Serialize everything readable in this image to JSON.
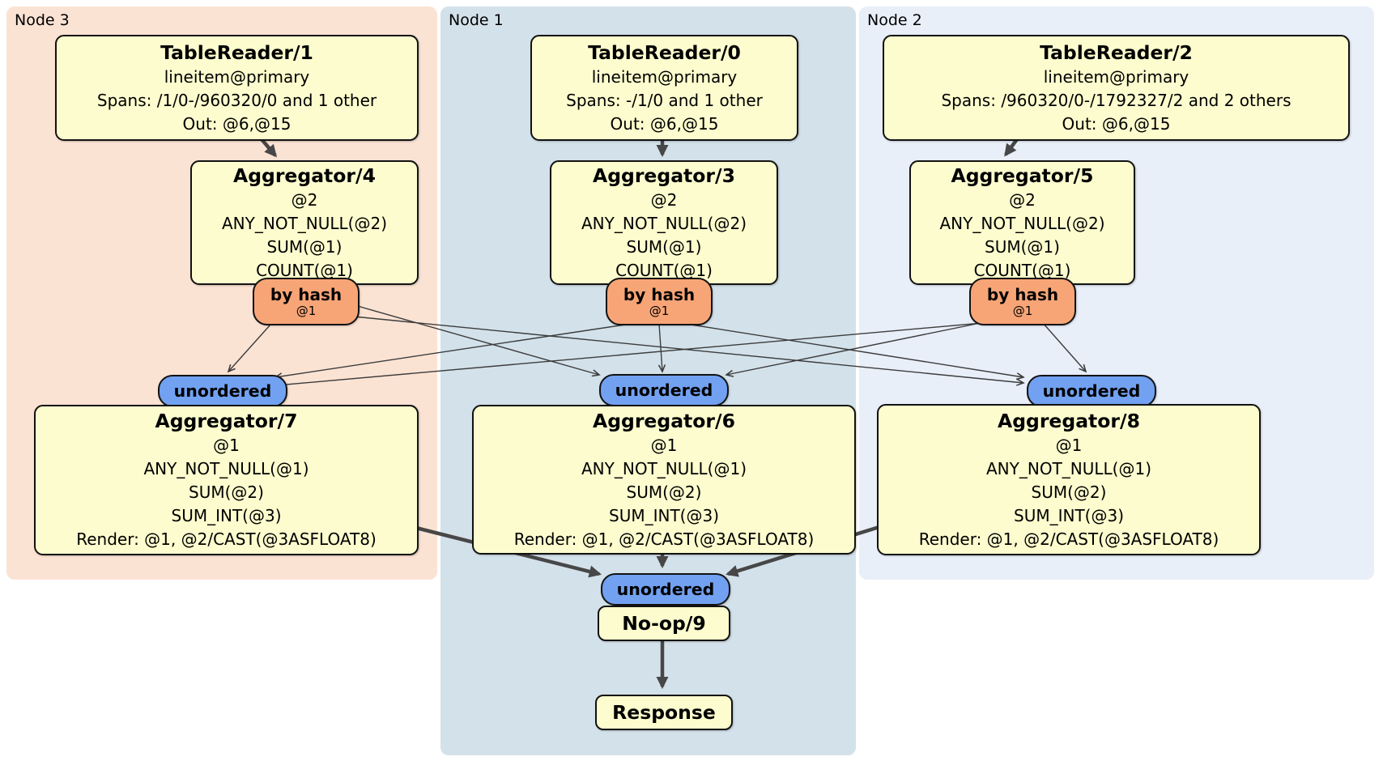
{
  "diagram": {
    "regions": [
      {
        "id": "node3",
        "label": "Node 3"
      },
      {
        "id": "node1",
        "label": "Node 1"
      },
      {
        "id": "node2",
        "label": "Node 2"
      }
    ],
    "router": {
      "label": "by hash",
      "key": "@1"
    },
    "sync": {
      "label": "unordered"
    },
    "processors": {
      "tablereader1": {
        "title": "TableReader/1",
        "lines": [
          "lineitem@primary",
          "Spans: /1/0-/960320/0 and 1 other",
          "Out: @6,@15"
        ]
      },
      "tablereader0": {
        "title": "TableReader/0",
        "lines": [
          "lineitem@primary",
          "Spans: -/1/0 and 1 other",
          "Out: @6,@15"
        ]
      },
      "tablereader2": {
        "title": "TableReader/2",
        "lines": [
          "lineitem@primary",
          "Spans: /960320/0-/1792327/2 and 2 others",
          "Out: @6,@15"
        ]
      },
      "aggregator4": {
        "title": "Aggregator/4",
        "lines": [
          "@2",
          "ANY_NOT_NULL(@2)",
          "SUM(@1)",
          "COUNT(@1)"
        ]
      },
      "aggregator3": {
        "title": "Aggregator/3",
        "lines": [
          "@2",
          "ANY_NOT_NULL(@2)",
          "SUM(@1)",
          "COUNT(@1)"
        ]
      },
      "aggregator5": {
        "title": "Aggregator/5",
        "lines": [
          "@2",
          "ANY_NOT_NULL(@2)",
          "SUM(@1)",
          "COUNT(@1)"
        ]
      },
      "aggregator7": {
        "title": "Aggregator/7",
        "lines": [
          "@1",
          "ANY_NOT_NULL(@1)",
          "SUM(@2)",
          "SUM_INT(@3)",
          "Render: @1, @2/CAST(@3ASFLOAT8)"
        ]
      },
      "aggregator6": {
        "title": "Aggregator/6",
        "lines": [
          "@1",
          "ANY_NOT_NULL(@1)",
          "SUM(@2)",
          "SUM_INT(@3)",
          "Render: @1, @2/CAST(@3ASFLOAT8)"
        ]
      },
      "aggregator8": {
        "title": "Aggregator/8",
        "lines": [
          "@1",
          "ANY_NOT_NULL(@1)",
          "SUM(@2)",
          "SUM_INT(@3)",
          "Render: @1, @2/CAST(@3ASFLOAT8)"
        ]
      },
      "noop9": {
        "title": "No-op/9"
      },
      "response": {
        "title": "Response"
      }
    },
    "colors": {
      "node3_bg": "#fbe3d4",
      "node1_bg": "#d3e1ea",
      "node2_bg": "#e9eff9",
      "processor_fill": "#fcfcce",
      "router_fill": "#f7a577",
      "sync_fill": "#72a1f1",
      "edge": "#474747",
      "border": "#121212"
    }
  }
}
